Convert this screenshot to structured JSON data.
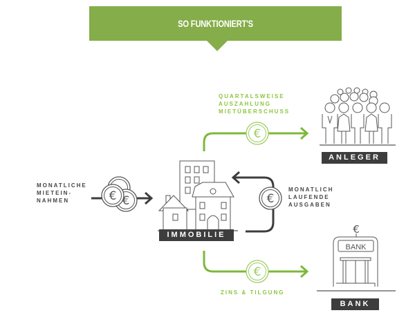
{
  "header": {
    "title": "SO FUNKTIONIERT'S",
    "accent_color": "#85ad4a"
  },
  "flows": {
    "quarterly_payout": "QUARTALSWEISE\nAUSZAHLUNG\nMIETÜBERSCHUSS",
    "monthly_rent": "MONATLICHE\nMIETEIN-\nNAHMEN",
    "monthly_expenses": "MONATLICH\nLAUFENDE\nAUSGABEN",
    "interest_repayment": "ZINS & TILGUNG"
  },
  "nodes": {
    "property": "IMMOBILIE",
    "investors": "ANLEGER",
    "bank": "BANK",
    "bank_sign": "BANK",
    "euro_symbol": "€"
  },
  "colors": {
    "green": "#8cc63f",
    "dark": "#3d3d3d"
  }
}
